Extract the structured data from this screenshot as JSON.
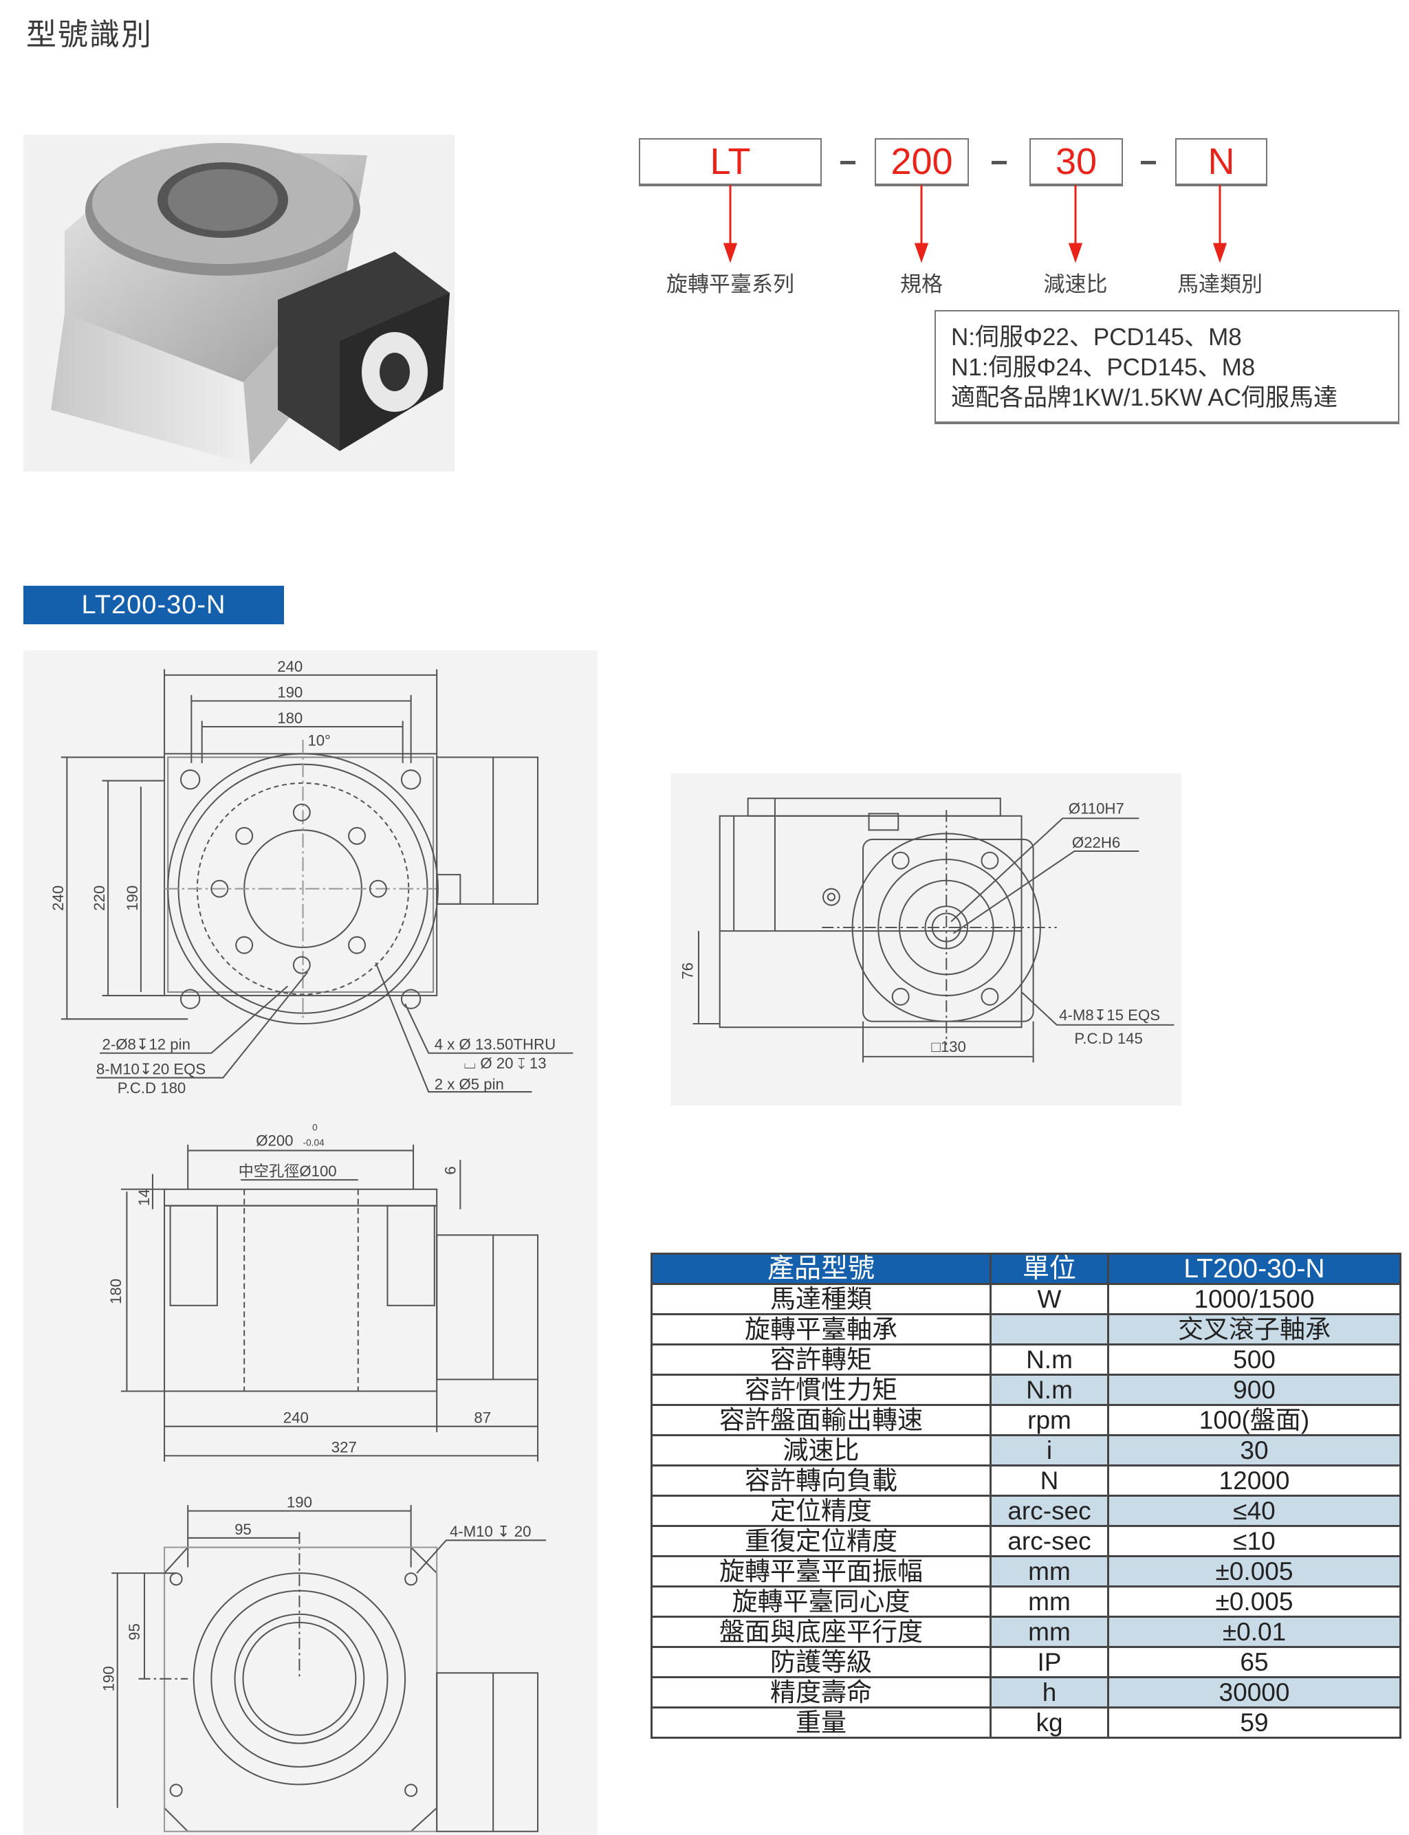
{
  "page_title": "型號識別",
  "model_code": {
    "separator": "-",
    "segments": [
      {
        "code": "LT",
        "label": "旋轉平臺系列"
      },
      {
        "code": "200",
        "label": "規格"
      },
      {
        "code": "30",
        "label": "減速比"
      },
      {
        "code": "N",
        "label": "馬達類別"
      }
    ],
    "note_lines": [
      "N:伺服Φ22、PCD145、M8",
      "N1:伺服Φ24、PCD145、M8",
      "適配各品牌1KW/1.5KW AC伺服馬達"
    ]
  },
  "model_badge": "LT200-30-N",
  "drawings": {
    "top_view": {
      "dim_240_h": "240",
      "dim_190_h": "190",
      "dim_180_h": "180",
      "angle": "10°",
      "dim_240_v": "240",
      "dim_220_v": "220",
      "dim_190_v": "190",
      "pin_holes": "2-Ø8↧12 pin",
      "tapped_holes": "8-M10↧20 EQS",
      "pcd": "P.C.D 180",
      "thru_holes": "4 x Ø 13.50THRU",
      "counterbore": "⌴ Ø 20 ↧ 13",
      "dowel_pins": "2 x Ø5 pin"
    },
    "side_view": {
      "outer_dia": "Ø200",
      "tol_upper": "0",
      "tol_lower": "-0.04",
      "hollow_bore": "中空孔徑Ø100",
      "dim_6": "6",
      "dim_14": "14",
      "dim_180": "180",
      "dim_240": "240",
      "dim_87": "87",
      "dim_327": "327"
    },
    "bottom_view": {
      "dim_190_h": "190",
      "dim_95_h": "95",
      "tapped_holes": "4-M10 ↧ 20",
      "dim_95_v": "95",
      "dim_190_v": "190"
    },
    "motor_view": {
      "pilot_dia": "Ø110H7",
      "shaft_dia": "Ø22H6",
      "mount_holes": "4-M8↧15 EQS",
      "pcd": "P.C.D 145",
      "flange": "□130",
      "center_height": "76"
    }
  },
  "spec_table": {
    "headers": [
      "產品型號",
      "單位",
      "LT200-30-N"
    ],
    "rows": [
      [
        "馬達種類",
        "W",
        "1000/1500"
      ],
      [
        "旋轉平臺軸承",
        "",
        "交叉滾子軸承"
      ],
      [
        "容許轉矩",
        "N.m",
        "500"
      ],
      [
        "容許慣性力矩",
        "N.m",
        "900"
      ],
      [
        "容許盤面輸出轉速",
        "rpm",
        "100(盤面)"
      ],
      [
        "減速比",
        "i",
        "30"
      ],
      [
        "容許轉向負載",
        "N",
        "12000"
      ],
      [
        "定位精度",
        "arc-sec",
        "≤40"
      ],
      [
        "重復定位精度",
        "arc-sec",
        "≤10"
      ],
      [
        "旋轉平臺平面振幅",
        "mm",
        "±0.005"
      ],
      [
        "旋轉平臺同心度",
        "mm",
        "±0.005"
      ],
      [
        "盤面與底座平行度",
        "mm",
        "±0.01"
      ],
      [
        "防護等級",
        "IP",
        "65"
      ],
      [
        "精度壽命",
        "h",
        "30000"
      ],
      [
        "重量",
        "kg",
        "59"
      ]
    ]
  },
  "colors": {
    "accent_red": "#e8231a",
    "header_blue": "#1560ac",
    "row_shade": "#c9dbe7"
  }
}
